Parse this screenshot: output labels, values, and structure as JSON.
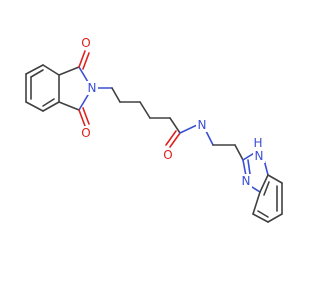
{
  "molecule": {
    "atoms": {
      "o_top": "O",
      "o_bottom": "O",
      "n_imide": "N",
      "o_amide": "O",
      "n_amide": "N",
      "n_h_benzimidazole": "H",
      "n_h_benzimidazole_n": "N",
      "n_benzimidazole": "N"
    }
  }
}
